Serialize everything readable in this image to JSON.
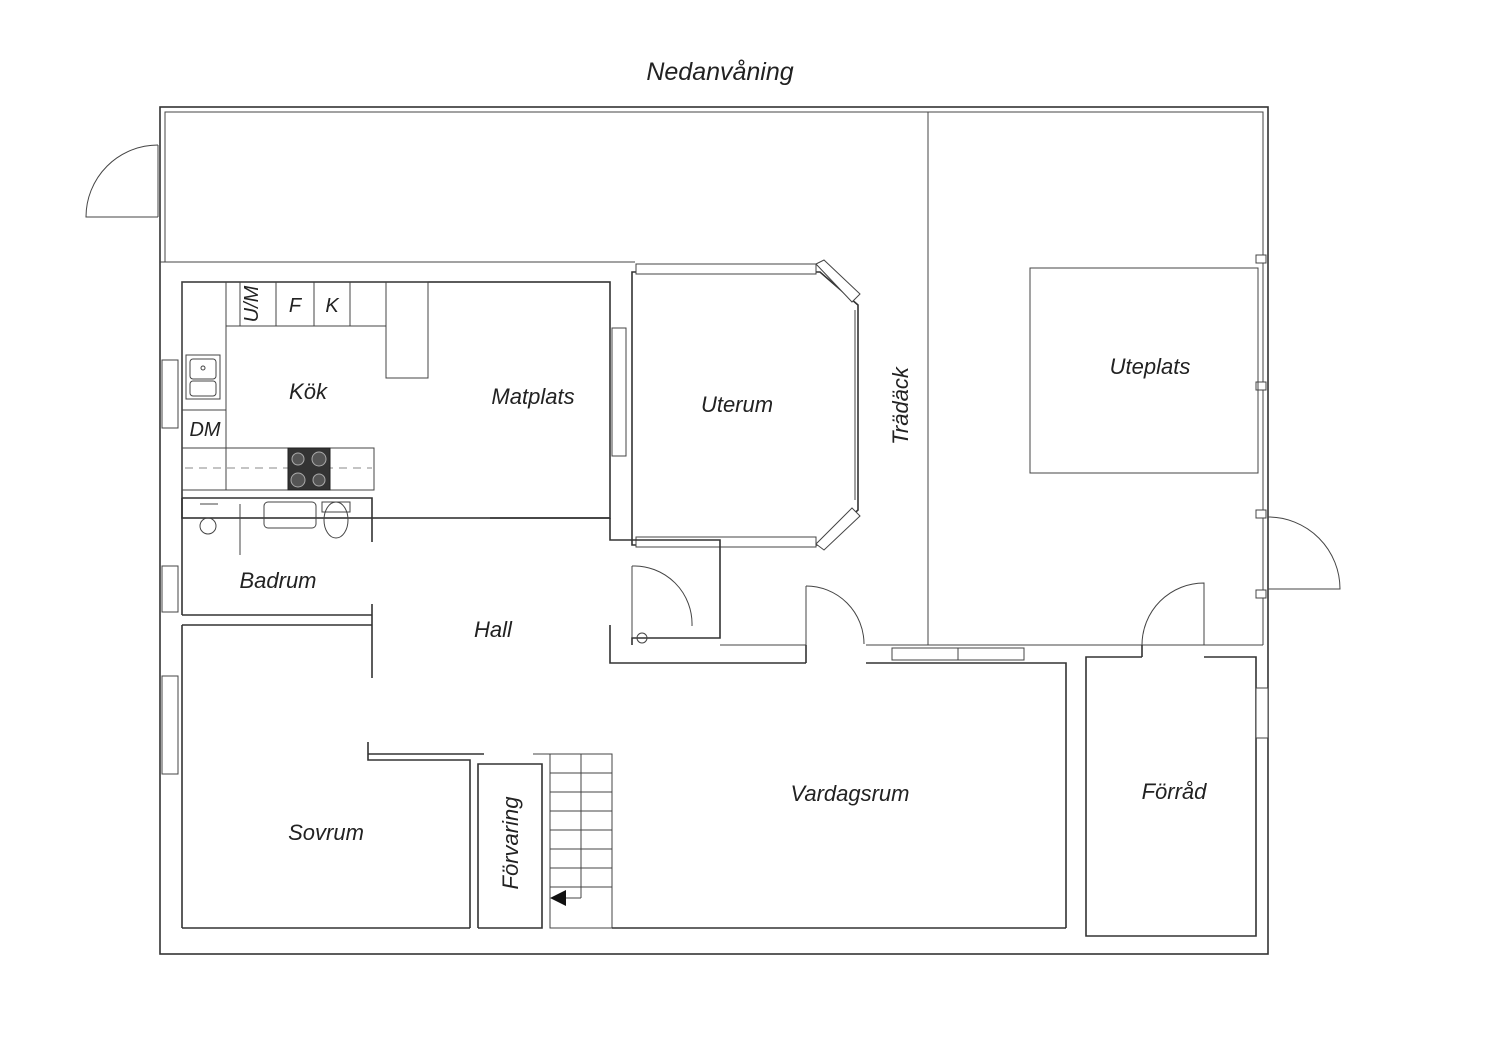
{
  "plan": {
    "title": "Nedanvåning",
    "rooms": {
      "kok": "Kök",
      "matplats": "Matplats",
      "uterum": "Uterum",
      "tradack": "Trädäck",
      "uteplats": "Uteplats",
      "badrum": "Badrum",
      "hall": "Hall",
      "sovrum": "Sovrum",
      "forvaring": "Förvaring",
      "vardagsrum": "Vardagsrum",
      "forrad": "Förråd"
    },
    "fixtures": {
      "um": "U/M",
      "f": "F",
      "k": "K",
      "dm": "DM"
    }
  }
}
